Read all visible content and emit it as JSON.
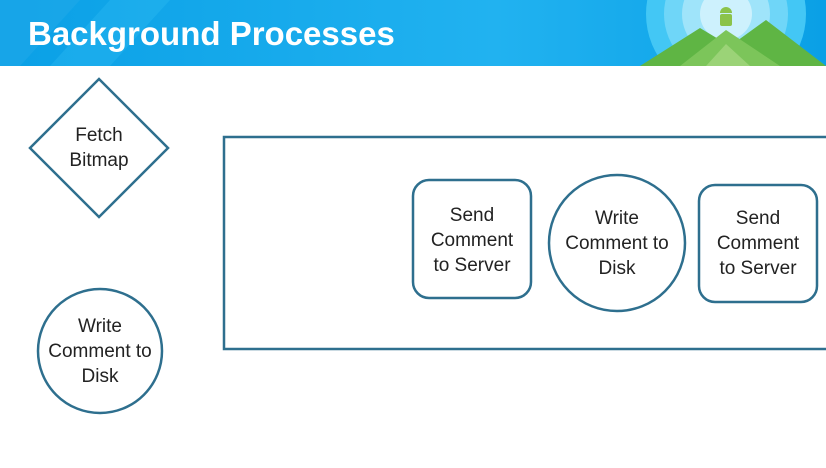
{
  "title": "Background Processes",
  "colors": {
    "header": "#21b2f0",
    "stroke": "#2e6f8e",
    "text": "#222222"
  },
  "shapes": {
    "fetch_bitmap": "Fetch\nBitmap",
    "write_comment_left": "Write\nComment to\nDisk",
    "send_comment_1": "Send\nComment\nto Server",
    "write_comment_middle": "Write\nComment to\nDisk",
    "send_comment_2": "Send\nComment\nto Server"
  }
}
